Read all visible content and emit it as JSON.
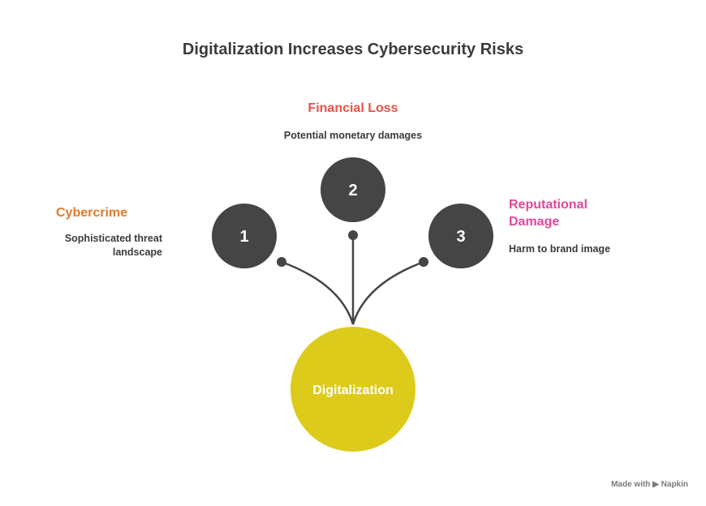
{
  "title": "Digitalization Increases Cybersecurity Risks",
  "center": {
    "label": "Digitalization",
    "color": "#dccb1a"
  },
  "nodes": [
    {
      "number": "1",
      "heading": "Cybercrime",
      "description": "Sophisticated threat landscape",
      "color": "#e07b2a"
    },
    {
      "number": "2",
      "heading": "Financial Loss",
      "description": "Potential monetary damages",
      "color": "#e8524a"
    },
    {
      "number": "3",
      "heading": "Reputational Damage",
      "description": "Harm to brand image",
      "color": "#e0489a"
    }
  ],
  "circle_color": "#454545",
  "footer": "Made with ▶ Napkin"
}
